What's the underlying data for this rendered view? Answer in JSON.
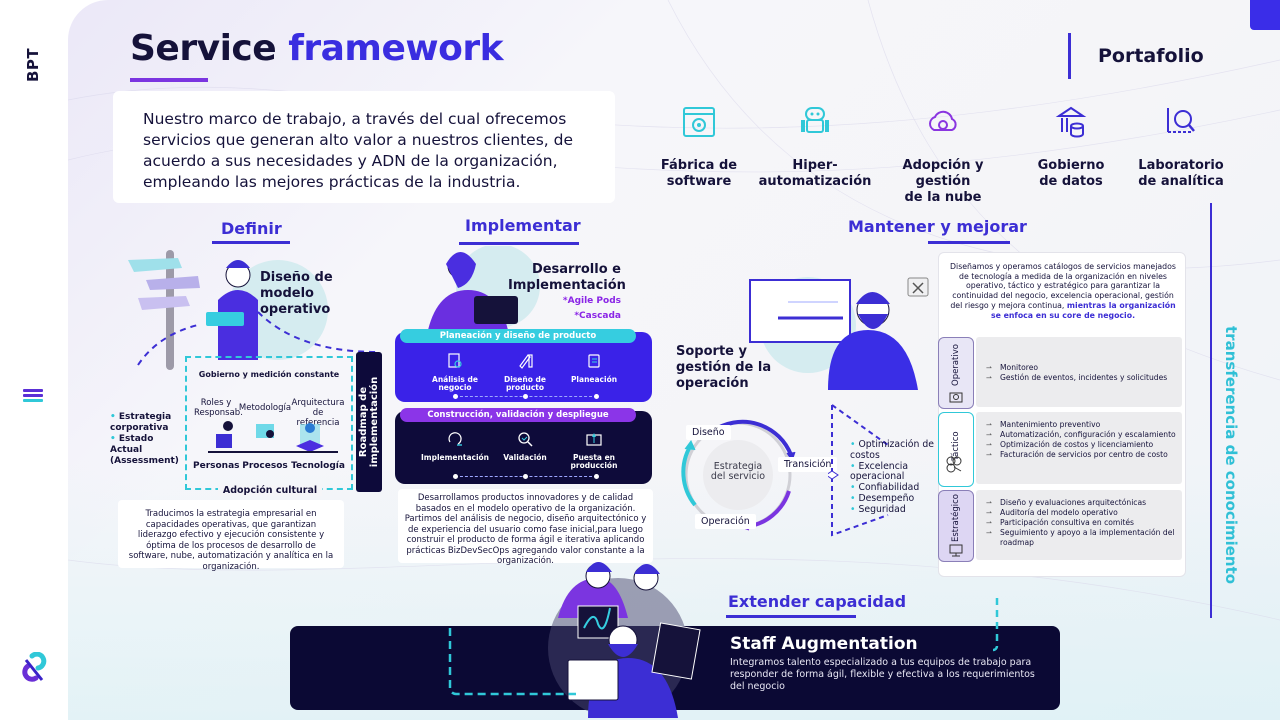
{
  "sidebar": {
    "brand": "BPT",
    "menu_icon": "hamburger-menu-icon",
    "logo_icon": "bpt-logo-icon",
    "colors": {
      "purple": "#5a2fd6",
      "cyan": "#30c8d8"
    }
  },
  "header": {
    "title_part1": "Service",
    "title_part2": "framework",
    "intro": "Nuestro marco de trabajo, a través del cual ofrecemos servicios que generan alto valor a nuestros clientes, de acuerdo a sus necesidades y ADN de la organización, empleando las mejores prácticas de la industria."
  },
  "portfolio": {
    "title": "Portafolio",
    "items": [
      {
        "label_1": "Fábrica de",
        "label_2": "software",
        "icon": "software-factory-icon"
      },
      {
        "label_1": "Hiper-",
        "label_2": "automatización",
        "icon": "robot-icon"
      },
      {
        "label_1": "Adopción y gestión",
        "label_2": "de la nube",
        "icon": "cloud-gear-icon"
      },
      {
        "label_1": "Gobierno",
        "label_2": "de datos",
        "icon": "bank-database-icon"
      },
      {
        "label_1": "Laboratorio",
        "label_2": "de analítica",
        "icon": "analytics-magnifier-icon"
      }
    ]
  },
  "definir": {
    "section_title": "Definir",
    "subtitle_1": "Diseño de",
    "subtitle_2": "modelo",
    "subtitle_3": "operativo",
    "governance": "Gobierno y medición constante",
    "pillars_top": [
      "Roles y Responsab.",
      "Metodología",
      "Arquitectura de referencia"
    ],
    "pillars_bottom": [
      "Personas",
      "Procesos",
      "Tecnología"
    ],
    "culture": "Adopción cultural",
    "inputs": [
      "Estrategia corporativa",
      "Estado Actual (Assessment)"
    ],
    "description": "Traducimos la estrategia empresarial en capacidades operativas, que garantizan liderazgo efectivo y ejecución consistente y óptima de los procesos de desarrollo de software, nube, automatización y analítica en la organización."
  },
  "roadmap": {
    "line_1": "Roadmap de",
    "line_2": "implementación"
  },
  "implementar": {
    "section_title": "Implementar",
    "subtitle_1": "Desarrollo e",
    "subtitle_2": "Implementación",
    "methods": [
      "*Agile Pods",
      "*Cascada"
    ],
    "plan_header": "Planeación y diseño de producto",
    "plan_steps": [
      {
        "label": "Análisis de negocio",
        "icon": "business-analysis-icon"
      },
      {
        "label": "Diseño de producto",
        "icon": "product-design-icon"
      },
      {
        "label": "Planeación",
        "icon": "planning-icon"
      }
    ],
    "build_header": "Construcción, validación y despliegue",
    "build_steps": [
      {
        "label": "Implementación",
        "icon": "cycle-arrow-icon"
      },
      {
        "label": "Validación",
        "icon": "validation-magnifier-icon"
      },
      {
        "label": "Puesta en producción",
        "icon": "rocket-launch-icon"
      }
    ],
    "description": "Desarrollamos productos innovadores y de calidad basados en el modelo operativo de la organización. Partimos del análisis de negocio, diseño arquitectónico y de experiencia del usuario como fase inicial,para luego construir el producto de forma ágil e iterativa aplicando prácticas BizDevSecOps agregando valor constante a la organización."
  },
  "mantener": {
    "section_title": "Mantener y mejorar",
    "subtitle_1": "Soporte y",
    "subtitle_2": "gestión de la",
    "subtitle_3": "operación",
    "cycle_center_1": "Estrategia",
    "cycle_center_2": "del servicio",
    "cycle_stages": [
      "Diseño",
      "Transición",
      "Operación"
    ],
    "outcomes": [
      "Optimización de costos",
      "Excelencia operacional",
      "Confiabilidad",
      "Desempeño",
      "Seguridad"
    ],
    "intro_plain": "Diseñamos y operamos catálogos de servicios manejados de tecnología a medida de la organización en niveles operativo, táctico y estratégico para garantizar la continuidad del negocio, excelencia operacional, gestión del riesgo y mejora continua,",
    "intro_highlight": "mientras la organización se enfoca en su core de negocio.",
    "levels": [
      {
        "name": "Operativo",
        "icon": "operations-gear-icon",
        "color": "#e8e6f6",
        "items": [
          "Monitoreo",
          "Gestión de eventos, incidentes y solicitudes"
        ]
      },
      {
        "name": "Táctico",
        "icon": "hexagon-network-icon",
        "color": "#ffffff",
        "items": [
          "Mantenimiento preventivo",
          "Automatización, configuración y escalamiento",
          "Optimización de costos y licenciamiento",
          "Facturación de servicios por centro de costo"
        ]
      },
      {
        "name": "Estratégico",
        "icon": "presentation-board-icon",
        "color": "#ddd6f3",
        "items": [
          "Diseño y evaluaciones arquitectónicas",
          "Auditoría del modelo operativo",
          "Participación consultiva en comités",
          "Seguimiento y apoyo a la implementación del roadmap"
        ]
      }
    ],
    "tools_icon": "tools-icon"
  },
  "knowledge_transfer": "transferencia de conocimiento",
  "extender": {
    "section_title": "Extender capacidad",
    "staff_title": "Staff Augmentation",
    "staff_desc": "Integramos talento especializado a tus equipos de trabajo para responder de forma ágil, flexible y efectiva a los requerimientos del negocio"
  },
  "colors": {
    "navy": "#15123a",
    "accent_blue": "#3a2de0",
    "accent_purple": "#7b35e0",
    "cyan": "#30c8d8",
    "dark_panel": "#0b0934"
  }
}
